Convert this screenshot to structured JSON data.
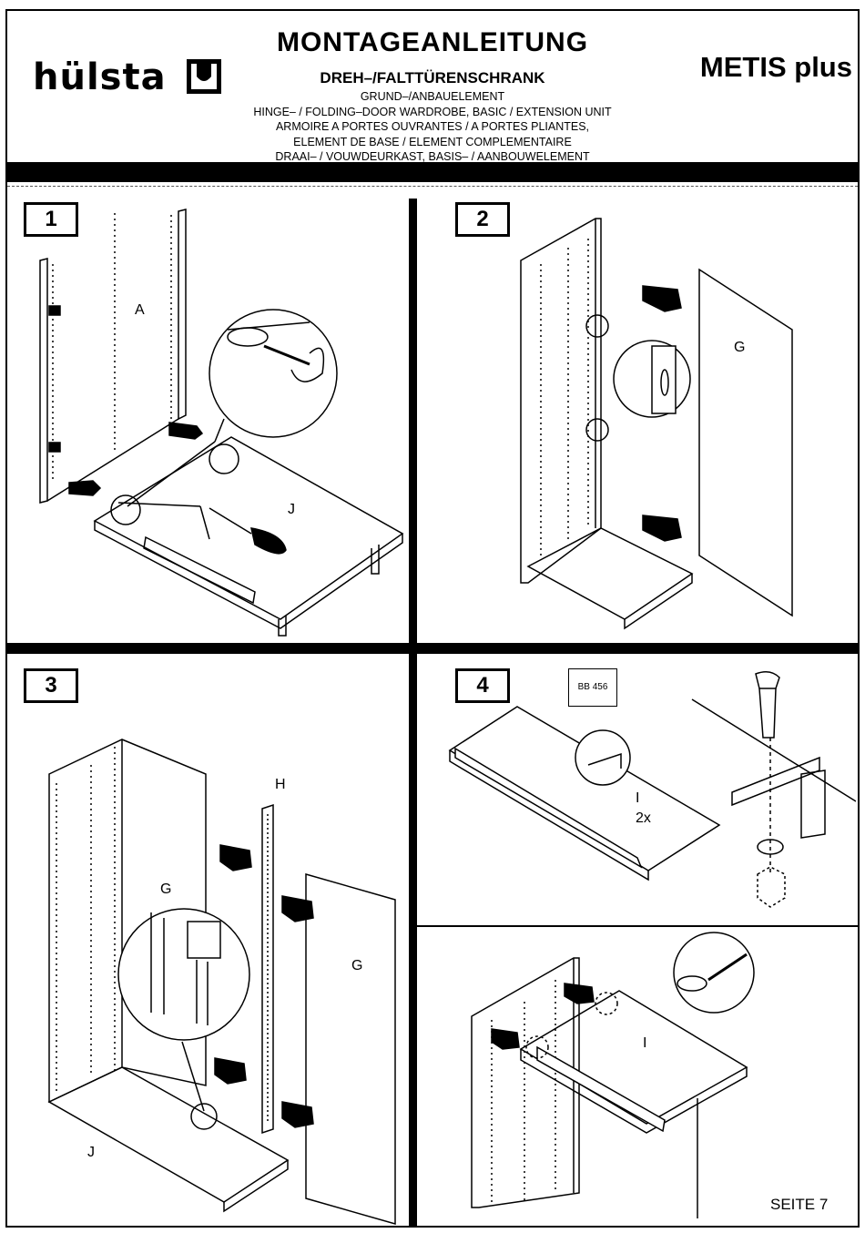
{
  "header": {
    "brand": "hülsta",
    "title": "MONTAGEANLEITUNG",
    "subtitle": "DREH–/FALTTÜRENSCHRANK",
    "description_lines": [
      "GRUND–/ANBAUELEMENT",
      "HINGE– / FOLDING–DOOR WARDROBE, BASIC / EXTENSION UNIT",
      "ARMOIRE A PORTES OUVRANTES / A PORTES PLIANTES,",
      "ELEMENT DE BASE / ELEMENT COMPLEMENTAIRE",
      "DRAAI– / VOUWDEURKAST, BASIS– / AANBOUWELEMENT"
    ],
    "product": "METIS plus"
  },
  "steps": [
    {
      "number": "1",
      "labels": [
        "A",
        "J"
      ]
    },
    {
      "number": "2",
      "labels": [
        "G"
      ]
    },
    {
      "number": "3",
      "labels": [
        "H",
        "G",
        "G",
        "J"
      ]
    },
    {
      "number": "4",
      "labels": [
        "I",
        "2x",
        "I"
      ],
      "bag": "BB 456"
    }
  ],
  "footer": {
    "page": "SEITE 7"
  }
}
